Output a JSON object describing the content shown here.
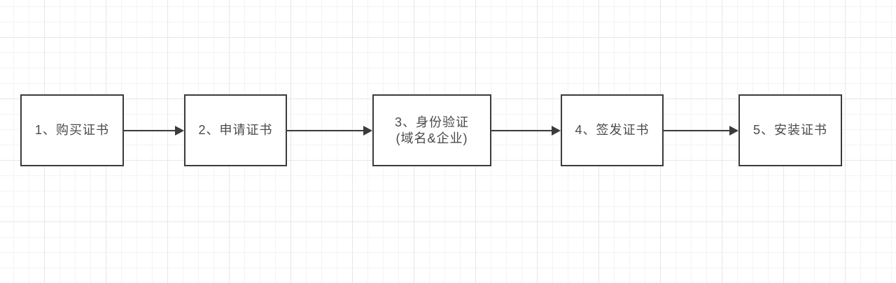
{
  "diagram": {
    "type": "flowchart",
    "nodes": [
      {
        "id": "1",
        "label": "1、购买证书",
        "sublabel": ""
      },
      {
        "id": "2",
        "label": "2、申请证书",
        "sublabel": ""
      },
      {
        "id": "3",
        "label": "3、身份验证",
        "sublabel": "(域名&企业)"
      },
      {
        "id": "4",
        "label": "4、签发证书",
        "sublabel": ""
      },
      {
        "id": "5",
        "label": "5、安装证书",
        "sublabel": ""
      }
    ],
    "edges": [
      {
        "from": "1",
        "to": "2"
      },
      {
        "from": "2",
        "to": "3"
      },
      {
        "from": "3",
        "to": "4"
      },
      {
        "from": "4",
        "to": "5"
      }
    ],
    "colors": {
      "node_border": "#3b3b3b",
      "node_fill": "#ffffff",
      "arrow": "#3b3b3b",
      "text": "#4a4a4a",
      "grid_minor": "#f3f3f6",
      "grid_major": "#e7e7ea",
      "background": "#ffffff"
    }
  }
}
